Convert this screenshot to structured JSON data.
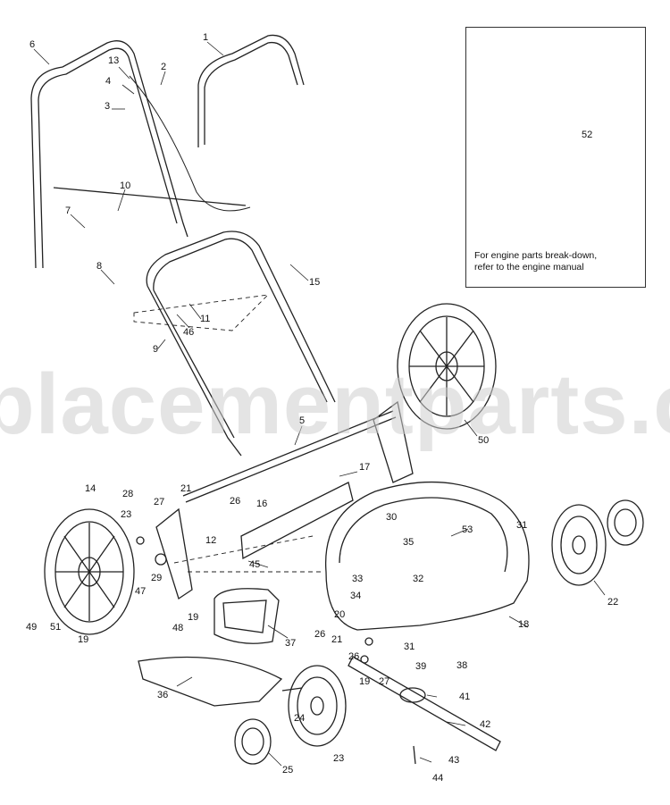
{
  "inset": {
    "note_line1": "For engine parts break-down,",
    "note_line2": "refer to the engine manual"
  },
  "watermark": "placementparts.c",
  "callouts": [
    {
      "id": "c1",
      "text": "1"
    },
    {
      "id": "c2",
      "text": "2"
    },
    {
      "id": "c3",
      "text": "3"
    },
    {
      "id": "c4",
      "text": "4"
    },
    {
      "id": "c5",
      "text": "5"
    },
    {
      "id": "c6",
      "text": "6"
    },
    {
      "id": "c7",
      "text": "7"
    },
    {
      "id": "c8",
      "text": "8"
    },
    {
      "id": "c9",
      "text": "9"
    },
    {
      "id": "c10",
      "text": "10"
    },
    {
      "id": "c11",
      "text": "11"
    },
    {
      "id": "c12",
      "text": "12"
    },
    {
      "id": "c13",
      "text": "13"
    },
    {
      "id": "c14",
      "text": "14"
    },
    {
      "id": "c15",
      "text": "15"
    },
    {
      "id": "c16",
      "text": "16"
    },
    {
      "id": "c17",
      "text": "17"
    },
    {
      "id": "c18",
      "text": "18"
    },
    {
      "id": "c19a",
      "text": "19"
    },
    {
      "id": "c19b",
      "text": "19"
    },
    {
      "id": "c19c",
      "text": "19"
    },
    {
      "id": "c20",
      "text": "20"
    },
    {
      "id": "c21a",
      "text": "21"
    },
    {
      "id": "c21b",
      "text": "21"
    },
    {
      "id": "c22",
      "text": "22"
    },
    {
      "id": "c23a",
      "text": "23"
    },
    {
      "id": "c23b",
      "text": "23"
    },
    {
      "id": "c24",
      "text": "24"
    },
    {
      "id": "c25",
      "text": "25"
    },
    {
      "id": "c26a",
      "text": "26"
    },
    {
      "id": "c26b",
      "text": "26"
    },
    {
      "id": "c26c",
      "text": "26"
    },
    {
      "id": "c27a",
      "text": "27"
    },
    {
      "id": "c27b",
      "text": "27"
    },
    {
      "id": "c28",
      "text": "28"
    },
    {
      "id": "c29",
      "text": "29"
    },
    {
      "id": "c30",
      "text": "30"
    },
    {
      "id": "c31a",
      "text": "31"
    },
    {
      "id": "c31b",
      "text": "31"
    },
    {
      "id": "c32",
      "text": "32"
    },
    {
      "id": "c33",
      "text": "33"
    },
    {
      "id": "c34",
      "text": "34"
    },
    {
      "id": "c35",
      "text": "35"
    },
    {
      "id": "c36",
      "text": "36"
    },
    {
      "id": "c37",
      "text": "37"
    },
    {
      "id": "c38",
      "text": "38"
    },
    {
      "id": "c39",
      "text": "39"
    },
    {
      "id": "c41",
      "text": "41"
    },
    {
      "id": "c42",
      "text": "42"
    },
    {
      "id": "c43",
      "text": "43"
    },
    {
      "id": "c44",
      "text": "44"
    },
    {
      "id": "c45",
      "text": "45"
    },
    {
      "id": "c46",
      "text": "46"
    },
    {
      "id": "c47",
      "text": "47"
    },
    {
      "id": "c48",
      "text": "48"
    },
    {
      "id": "c49",
      "text": "49"
    },
    {
      "id": "c50",
      "text": "50"
    },
    {
      "id": "c51",
      "text": "51"
    },
    {
      "id": "c52",
      "text": "52"
    },
    {
      "id": "c53",
      "text": "53"
    }
  ]
}
